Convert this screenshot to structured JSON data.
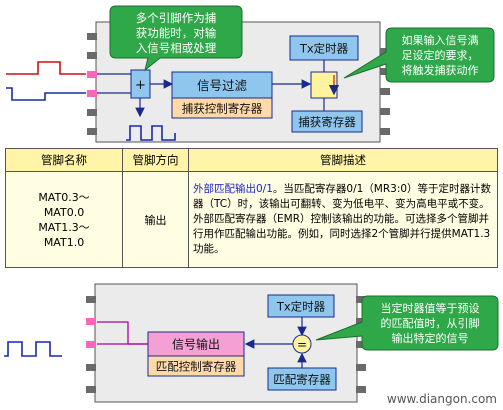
{
  "top": {
    "callout_left": [
      "多个引脚作为捕",
      "获功能时，对输",
      "入信号相或处理"
    ],
    "or_symbol": "+",
    "signal_filter": "信号过滤",
    "capture_control_reg": "捕获控制寄存器",
    "tx_timer": "Tx定时器",
    "capture_reg": "捕获寄存器",
    "callout_right": [
      "如果输入信号满",
      "足设定的要求，",
      "将触发捕获动作"
    ]
  },
  "table": {
    "headers": [
      "管脚名称",
      "管脚方向",
      "管脚描述"
    ],
    "pin_names": [
      "MAT0.3～",
      "MAT0.0",
      "MAT1.3～",
      "MAT1.0"
    ],
    "direction": "输出",
    "desc_highlight": "外部匹配输出0/1",
    "desc_rest": "。当匹配寄存器0/1（MR3:0）等于定时器计数器（TC）时，该输出可翻转、变为低电平、变为高电平或不变。外部匹配寄存器（EMR）控制该输出的功能。可选择多个管脚并行用作匹配输出功能。例如，同时选择2个管脚并行提供MAT1.3功能。"
  },
  "bottom": {
    "tx_timer": "Tx定时器",
    "signal_output": "信号输出",
    "match_control_reg": "匹配控制寄存器",
    "equal_symbol": "=",
    "match_reg": "匹配寄存器",
    "callout": [
      "当定时器值等于预设",
      "的匹配值时，从引脚",
      "输出特定的信号"
    ]
  },
  "watermark": "www.diangon.com",
  "colors": {
    "chip": "#ebebeb",
    "blue_box": "#8ec6ee",
    "orange_box": "#ffd9a8",
    "pink_box": "#f4a0d4",
    "callout": "#2fa84a",
    "pin": "#6a6a6a",
    "pin_highlight": "#ff66bb",
    "table_header": "#fff4a8",
    "table_body": "#fffde2",
    "desc_blue": "#1a24c8"
  }
}
